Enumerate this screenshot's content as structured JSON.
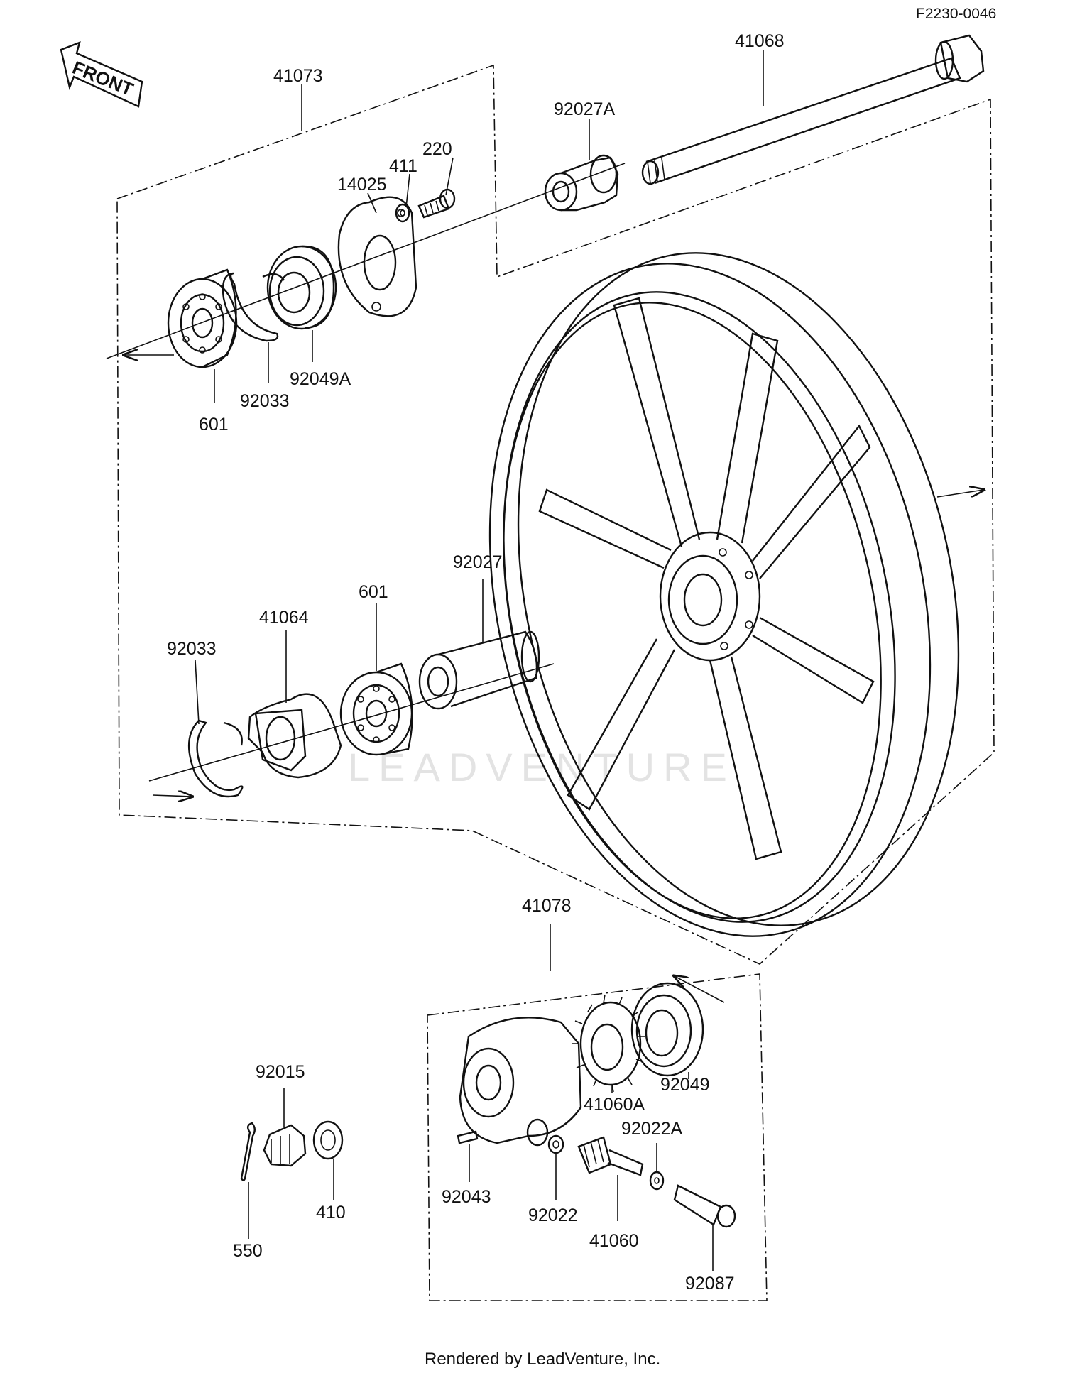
{
  "diagram_id": "F2230-0046",
  "front_label": "FRONT",
  "watermark": "LEADVENTURE",
  "footer": "Rendered by LeadVenture, Inc.",
  "parts": {
    "p41073": "41073",
    "p41068": "41068",
    "p92027A": "92027A",
    "p220": "220",
    "p411": "411",
    "p14025": "14025",
    "p601_top": "601",
    "p92033_top": "92033",
    "p92049A": "92049A",
    "p92027": "92027",
    "p601_mid": "601",
    "p41064": "41064",
    "p92033_mid": "92033",
    "p41078": "41078",
    "p92015": "92015",
    "p410": "410",
    "p550": "550",
    "p92049": "92049",
    "p41060A": "41060A",
    "p92022A": "92022A",
    "p92043": "92043",
    "p92022": "92022",
    "p41060": "41060",
    "p92087": "92087"
  }
}
